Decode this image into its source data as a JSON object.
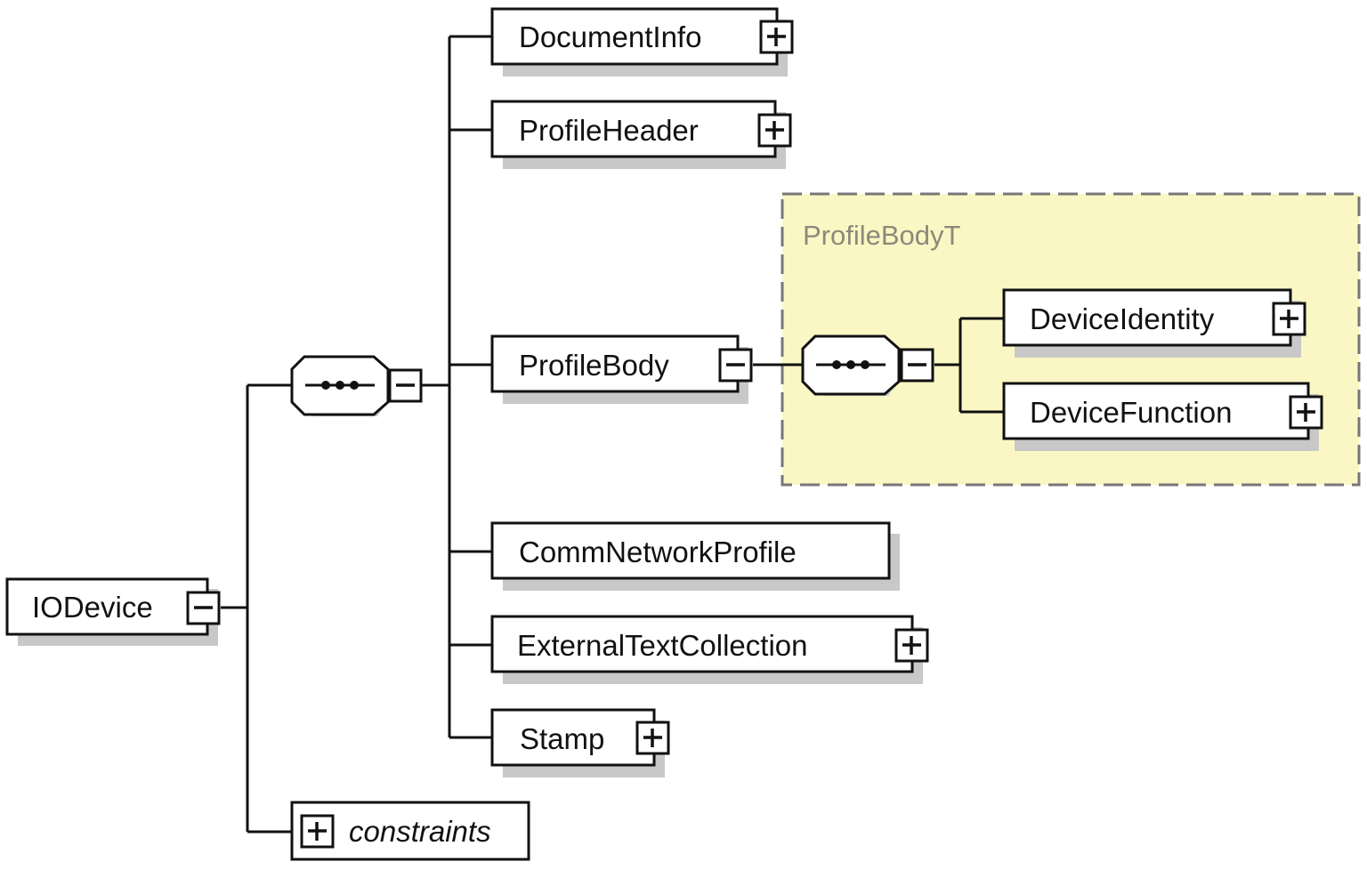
{
  "diagram": {
    "group_label": "ProfileBodyT",
    "colors": {
      "group_fill": "#fbf7c4",
      "group_border": "#777777",
      "line": "#111111",
      "shadow": "#c8c8c8"
    },
    "nodes": {
      "iodevice": "IODevice",
      "document_info": "DocumentInfo",
      "profile_header": "ProfileHeader",
      "profile_body": "ProfileBody",
      "device_identity": "DeviceIdentity",
      "device_function": "DeviceFunction",
      "comm_network_profile": "CommNetworkProfile",
      "external_text_collection": "ExternalTextCollection",
      "stamp": "Stamp",
      "constraints": "constraints"
    },
    "toggles": {
      "iodevice": "collapse",
      "document_info": "expand",
      "profile_header": "expand",
      "profile_body": "collapse",
      "sequence_main": "collapse",
      "sequence_body": "collapse",
      "device_identity": "expand",
      "device_function": "expand",
      "external_text_collection": "expand",
      "stamp": "expand",
      "constraints": "expand"
    },
    "icons": {
      "sequence": "sequence-compositor-icon",
      "expand": "plus-box-icon",
      "collapse": "minus-box-icon"
    }
  }
}
